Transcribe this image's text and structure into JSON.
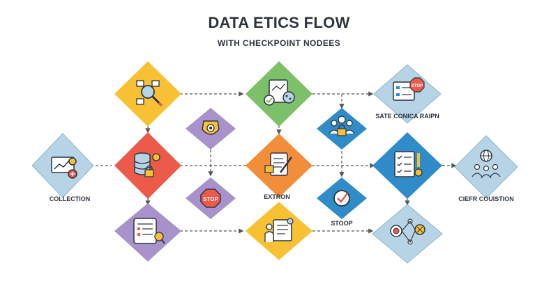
{
  "header": {
    "title": "DATA ETICS FLOW",
    "subtitle": "WITH CHECKPOINT NODEES"
  },
  "labels": {
    "collection": "COLLECTION",
    "extron": "EXTRON",
    "stoop": "STOOP",
    "sate": "SATE CONICA RAIPN",
    "ciefr": "CIEFR COUISTION"
  },
  "stop_sign": {
    "small": "STOP",
    "large": "STOP"
  },
  "colors": {
    "yellow": "#f7c133",
    "green": "#7cc16a",
    "lightblue": "#b7d4e6",
    "purple": "#a892cc",
    "blue": "#2f8cc8",
    "red": "#ec5a49",
    "orange": "#f28d3a",
    "outline": "#2d3440"
  }
}
